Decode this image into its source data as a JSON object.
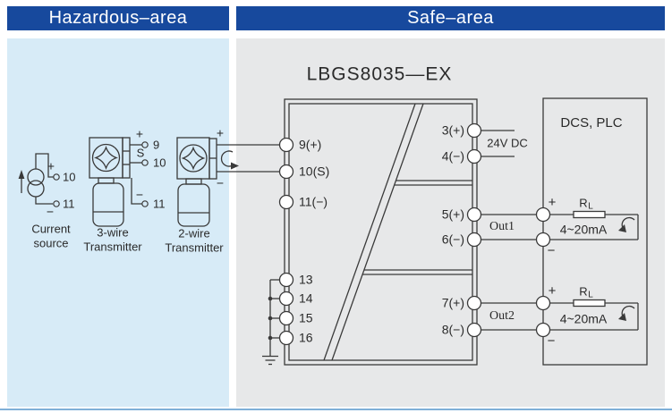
{
  "headers": {
    "hazardous": "Hazardous–area",
    "safe": "Safe–area"
  },
  "colors": {
    "header_bg": "#17499d",
    "header_text": "#ffffff",
    "hazardous_panel": "#d7ebf7",
    "safe_panel": "#e7e8e9",
    "line": "#3a3a3a",
    "bottom_rule": "#7fb0d8"
  },
  "hazardous": {
    "current_source": {
      "label1": "Current",
      "label2": "source",
      "plus": "+",
      "minus": "−",
      "terminal_plus": "10",
      "terminal_minus": "11"
    },
    "transmitter3": {
      "label1": "3-wire",
      "label2": "Transmitter",
      "plus": "+",
      "signal": "S",
      "minus": "−",
      "terminal_plus": "9",
      "terminal_signal": "10",
      "terminal_minus": "11"
    },
    "transmitter2": {
      "label1": "2-wire",
      "label2": "Transmitter",
      "plus": "+",
      "minus": "−"
    }
  },
  "isolator": {
    "title": "LBGS8035—EX",
    "left_terminals": [
      "9(+)",
      "10(S)",
      "11(−)",
      "13",
      "14",
      "15",
      "16"
    ],
    "right_terminals": [
      "3(+)",
      "4(−)",
      "5(+)",
      "6(−)",
      "7(+)",
      "8(−)"
    ],
    "power_label": "24V DC",
    "out1_label": "Out1",
    "out2_label": "Out2"
  },
  "dcs": {
    "title": "DCS, PLC",
    "loops": [
      {
        "plus": "+",
        "minus": "−",
        "load": "R",
        "load_sub": "L",
        "range": "4~20mA"
      },
      {
        "plus": "+",
        "minus": "−",
        "load": "R",
        "load_sub": "L",
        "range": "4~20mA"
      }
    ]
  }
}
